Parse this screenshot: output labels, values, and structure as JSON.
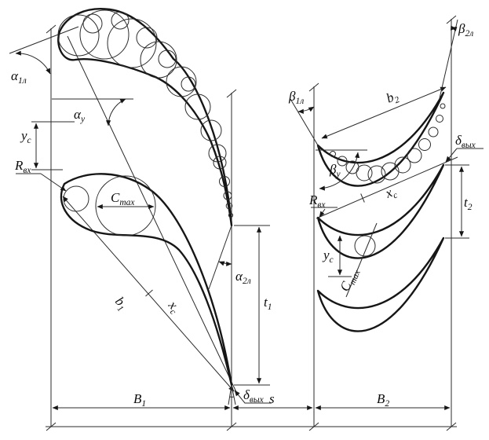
{
  "colors": {
    "background": "#ffffff",
    "line": "#1c1c1c"
  },
  "labels": {
    "alpha_1l": {
      "base": "α",
      "sub": "1л"
    },
    "alpha_u": {
      "base": "α",
      "sub": "у"
    },
    "y_c_left": {
      "base": "y",
      "sub": "c"
    },
    "r_in_left": {
      "base": "R",
      "sub": "вх"
    },
    "c_max_left": {
      "base": "C",
      "sub": "max"
    },
    "b_1": {
      "base": "b",
      "sub": "1"
    },
    "x_c_left": {
      "base": "x",
      "sub": "c"
    },
    "alpha_2l": {
      "base": "α",
      "sub": "2л"
    },
    "t_1": {
      "base": "t",
      "sub": "1"
    },
    "delta_out_left": {
      "base": "δ",
      "sub": "вых"
    },
    "cap_b_1": {
      "base": "B",
      "sub": "1"
    },
    "s": {
      "base": "s",
      "sub": ""
    },
    "cap_b_2": {
      "base": "B",
      "sub": "2"
    },
    "beta_1l": {
      "base": "β",
      "sub": "1л"
    },
    "beta_2l": {
      "base": "β",
      "sub": "2л"
    },
    "b_2": {
      "base": "b",
      "sub": "2"
    },
    "beta_u": {
      "base": "β",
      "sub": "у"
    },
    "delta_out_right": {
      "base": "δ",
      "sub": "вых"
    },
    "r_in_right": {
      "base": "R",
      "sub": "вх"
    },
    "x_c_right": {
      "base": "x",
      "sub": "c"
    },
    "t_2": {
      "base": "t",
      "sub": "2"
    },
    "y_c_right": {
      "base": "y",
      "sub": "c"
    },
    "c_max_right": {
      "base": "C",
      "sub": "max"
    }
  }
}
